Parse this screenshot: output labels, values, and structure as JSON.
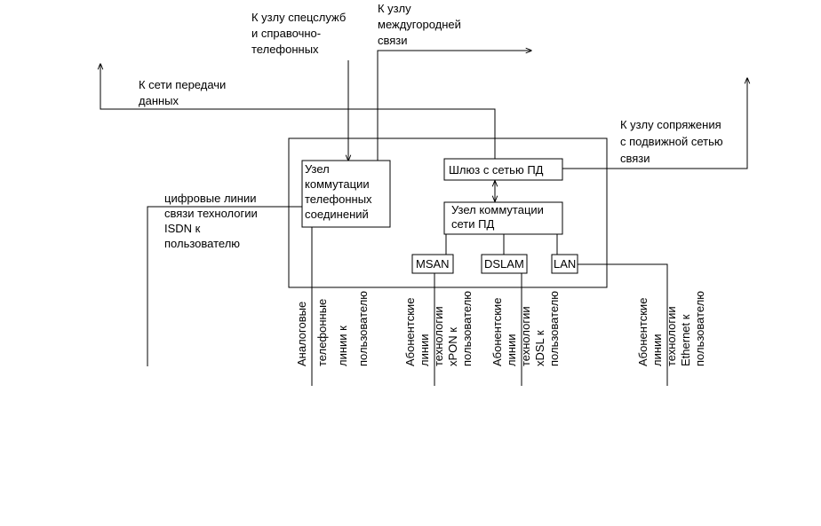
{
  "nodes": {
    "phone_switch": [
      "Узел",
      "коммутации",
      "телефонных",
      "соединений"
    ],
    "gateway": [
      "Шлюз с сетью ПД"
    ],
    "data_switch": [
      "Узел коммутации",
      "сети ПД"
    ],
    "msan": [
      "MSAN"
    ],
    "dslam": [
      "DSLAM"
    ],
    "lan": [
      "LAN"
    ]
  },
  "labels": {
    "special_services": [
      "К узлу спецслужб",
      "и справочно-",
      "телефонных"
    ],
    "long_distance": [
      "К узлу",
      "междугородней",
      "связи"
    ],
    "data_network": [
      "К сети передачи",
      "данных"
    ],
    "mobile_interface": [
      "К узлу сопряжения",
      "с подвижной сетью",
      "связи"
    ],
    "isdn_lines": [
      "цифровые линии",
      "связи технологии",
      "ISDN к",
      "пользователю"
    ]
  },
  "vertical_labels": {
    "analog": [
      "Аналоговые",
      "телефонные",
      "линии к",
      "пользователю"
    ],
    "xpon": [
      "Абонентские",
      "линии",
      "технологии",
      "xPON к",
      "пользователю"
    ],
    "xdsl": [
      "Абонентские",
      "линии",
      "технологии",
      "xDSL к",
      "пользователю"
    ],
    "ethernet": [
      "Абонентские",
      "линии",
      "технологии",
      "Ethernet к",
      "пользователю"
    ]
  }
}
